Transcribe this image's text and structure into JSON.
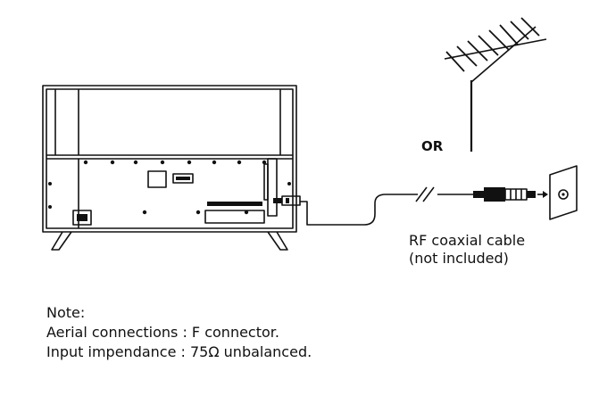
{
  "diagram": {
    "or_label": "OR",
    "cable_label_line1": "RF coaxial cable",
    "cable_label_line2": "(not included)"
  },
  "notes": {
    "heading": "Note:",
    "line1": "Aerial connections : F connector.",
    "line2": "Input impendance : 75Ω unbalanced."
  },
  "colors": {
    "stroke": "#111111",
    "background": "#ffffff"
  },
  "icons": [
    "tv-back-icon",
    "antenna-icon",
    "coax-plug-icon",
    "wall-socket-icon",
    "cable-break-icon"
  ]
}
